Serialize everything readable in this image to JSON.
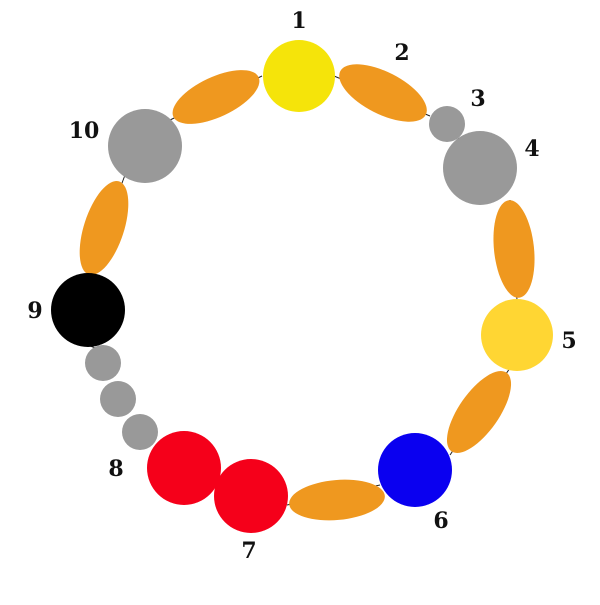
{
  "colors": {
    "orange": "#ef981f",
    "yellow": "#f5e40a",
    "gold": "#ffd633",
    "gray": "#999999",
    "black": "#000000",
    "blue": "#0a00f0",
    "red": "#f5001a"
  },
  "labels": [
    "1",
    "2",
    "3",
    "4",
    "5",
    "6",
    "7",
    "8",
    "9",
    "10"
  ]
}
